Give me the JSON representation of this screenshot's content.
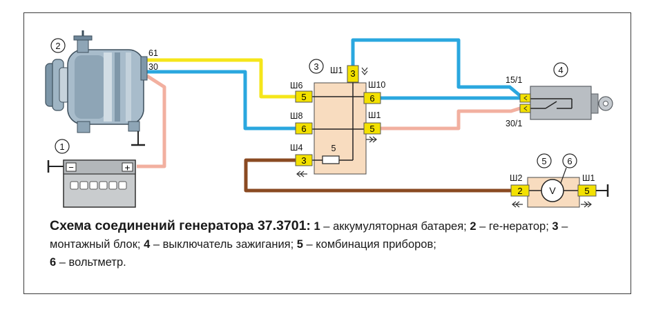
{
  "callouts": {
    "battery": "1",
    "generator": "2",
    "mounting_block": "3",
    "ignition_switch": "4",
    "instrument_cluster": "5",
    "voltmeter": "6"
  },
  "generator_terminals": {
    "t61": "61",
    "t30": "30"
  },
  "block_connectors": {
    "sh6": "Ш6",
    "sh8": "Ш8",
    "sh4": "Ш4",
    "sh1_top": "Ш1",
    "sh10": "Ш10",
    "sh1_right": "Ш1"
  },
  "block_pins": {
    "left_top": "5",
    "left_mid": "6",
    "left_bottom": "3",
    "top": "3",
    "right_top": "6",
    "right_mid": "5"
  },
  "fuse_label": "5",
  "ignition_terminals": {
    "t15": "15/1",
    "t30": "30/1"
  },
  "cluster": {
    "sh2": "Ш2",
    "sh1": "Ш1",
    "pin_left": "2",
    "pin_right": "5",
    "voltmeter_symbol": "V"
  },
  "battery_signs": {
    "minus": "−",
    "plus": "+"
  },
  "caption": {
    "title": "Схема соединений генератора 37.3701:",
    "n1": "1",
    "d1": " – аккумуляторная батарея; ",
    "n2": "2",
    "d2": " – ге-нератор; ",
    "n3": "3",
    "d3": " – монтажный блок; ",
    "n4": "4",
    "d4": " – выключатель зажигания; ",
    "n5": "5",
    "d5": " – комбинация приборов; ",
    "n6": "6",
    "d6": " – вольтметр."
  },
  "colors": {
    "wire_yellow": "#f5e61a",
    "wire_blue": "#2aa7df",
    "wire_pink": "#f2b0a0",
    "wire_brown": "#8a4a22",
    "block_fill": "#f8dcbf",
    "pin_fill": "#f3e100",
    "switch_body": "#b9bec3"
  }
}
